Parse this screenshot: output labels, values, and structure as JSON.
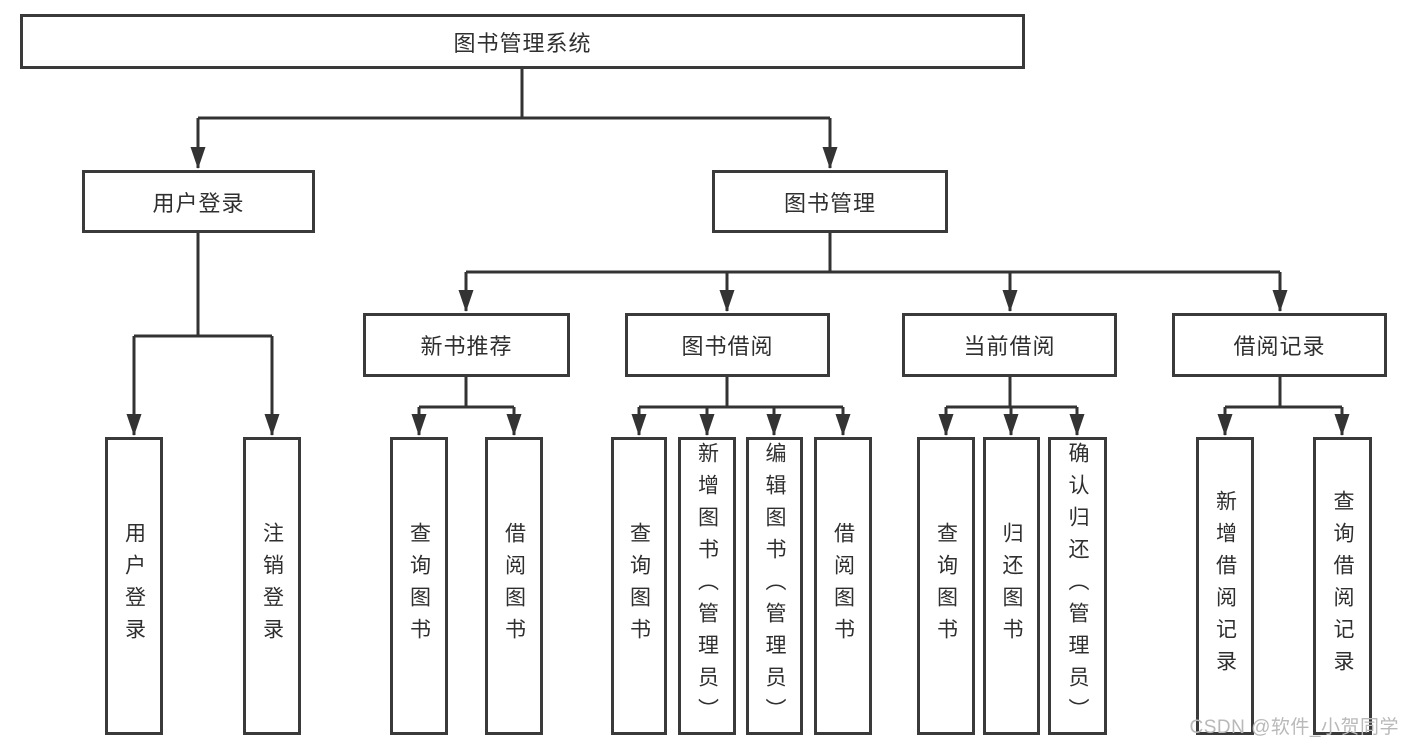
{
  "nodes": {
    "root": "图书管理系统",
    "level2": [
      "用户登录",
      "图书管理"
    ],
    "level3": [
      "新书推荐",
      "图书借阅",
      "当前借阅",
      "借阅记录"
    ],
    "leaves_user_login": [
      "用户登录",
      "注销登录"
    ],
    "leaves_new_books": [
      "查询图书",
      "借阅图书"
    ],
    "leaves_book_borrow": [
      "查询图书",
      "新增图书（管理员）",
      "编辑图书（管理员）",
      "借阅图书"
    ],
    "leaves_current_borrow": [
      "查询图书",
      "归还图书",
      "确认归还（管理员）"
    ],
    "leaves_borrow_records": [
      "新增借阅记录",
      "查询借阅记录"
    ]
  },
  "watermark": "CSDN @软件_小贺同学",
  "colors": {
    "background": "#ffffff",
    "line": "#333333",
    "box_border": "#3a3a3a",
    "text": "#2f2f2f",
    "watermark": "#b9b9b9"
  }
}
